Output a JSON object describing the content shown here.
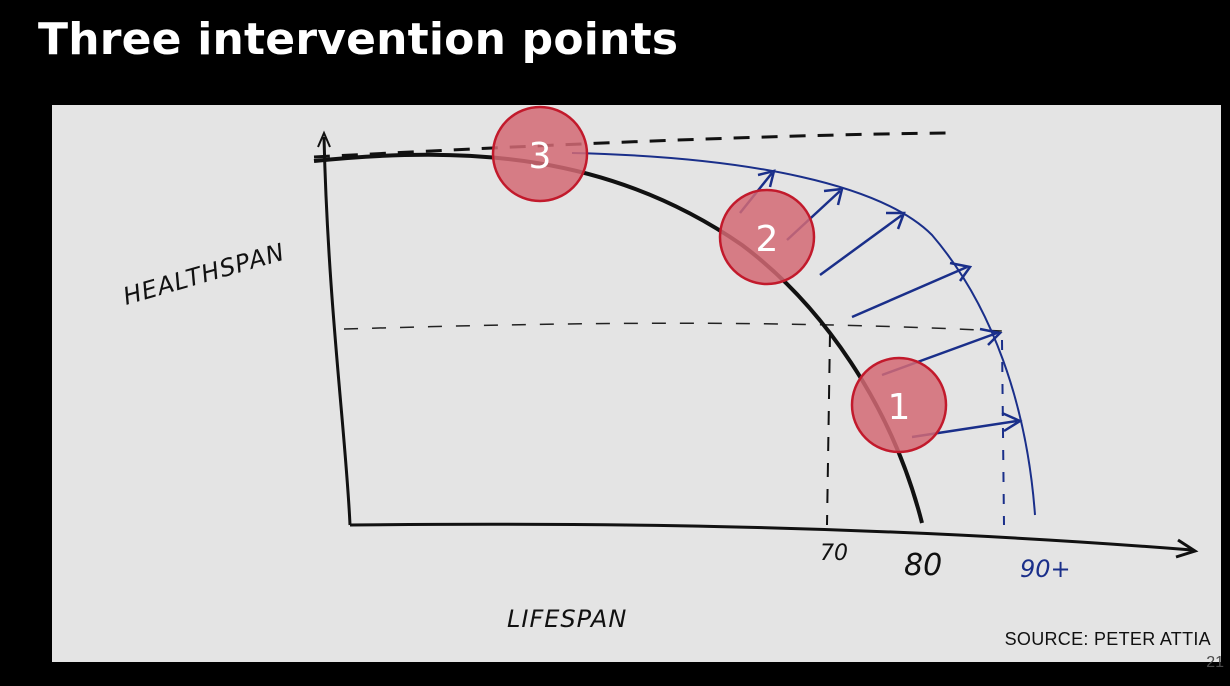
{
  "slide": {
    "title": "Three intervention points",
    "page_number": "21"
  },
  "diagram": {
    "y_axis_label": "HEALTHSPAN",
    "x_axis_label": "LIFESPAN",
    "tick_labels": [
      {
        "label": "70",
        "color": "#111111"
      },
      {
        "label": "80",
        "color": "#111111"
      },
      {
        "label": "90+",
        "color": "#1a2f8a"
      }
    ],
    "markers": [
      {
        "label": "3"
      },
      {
        "label": "2"
      },
      {
        "label": "1"
      }
    ],
    "source": "SOURCE: PETER ATTIA",
    "colors": {
      "ink_black": "#111111",
      "ink_blue": "#1a2f8a",
      "marker_fill": "#d46a74",
      "marker_stroke": "#c21a2c",
      "board": "#e4e4e4"
    }
  }
}
